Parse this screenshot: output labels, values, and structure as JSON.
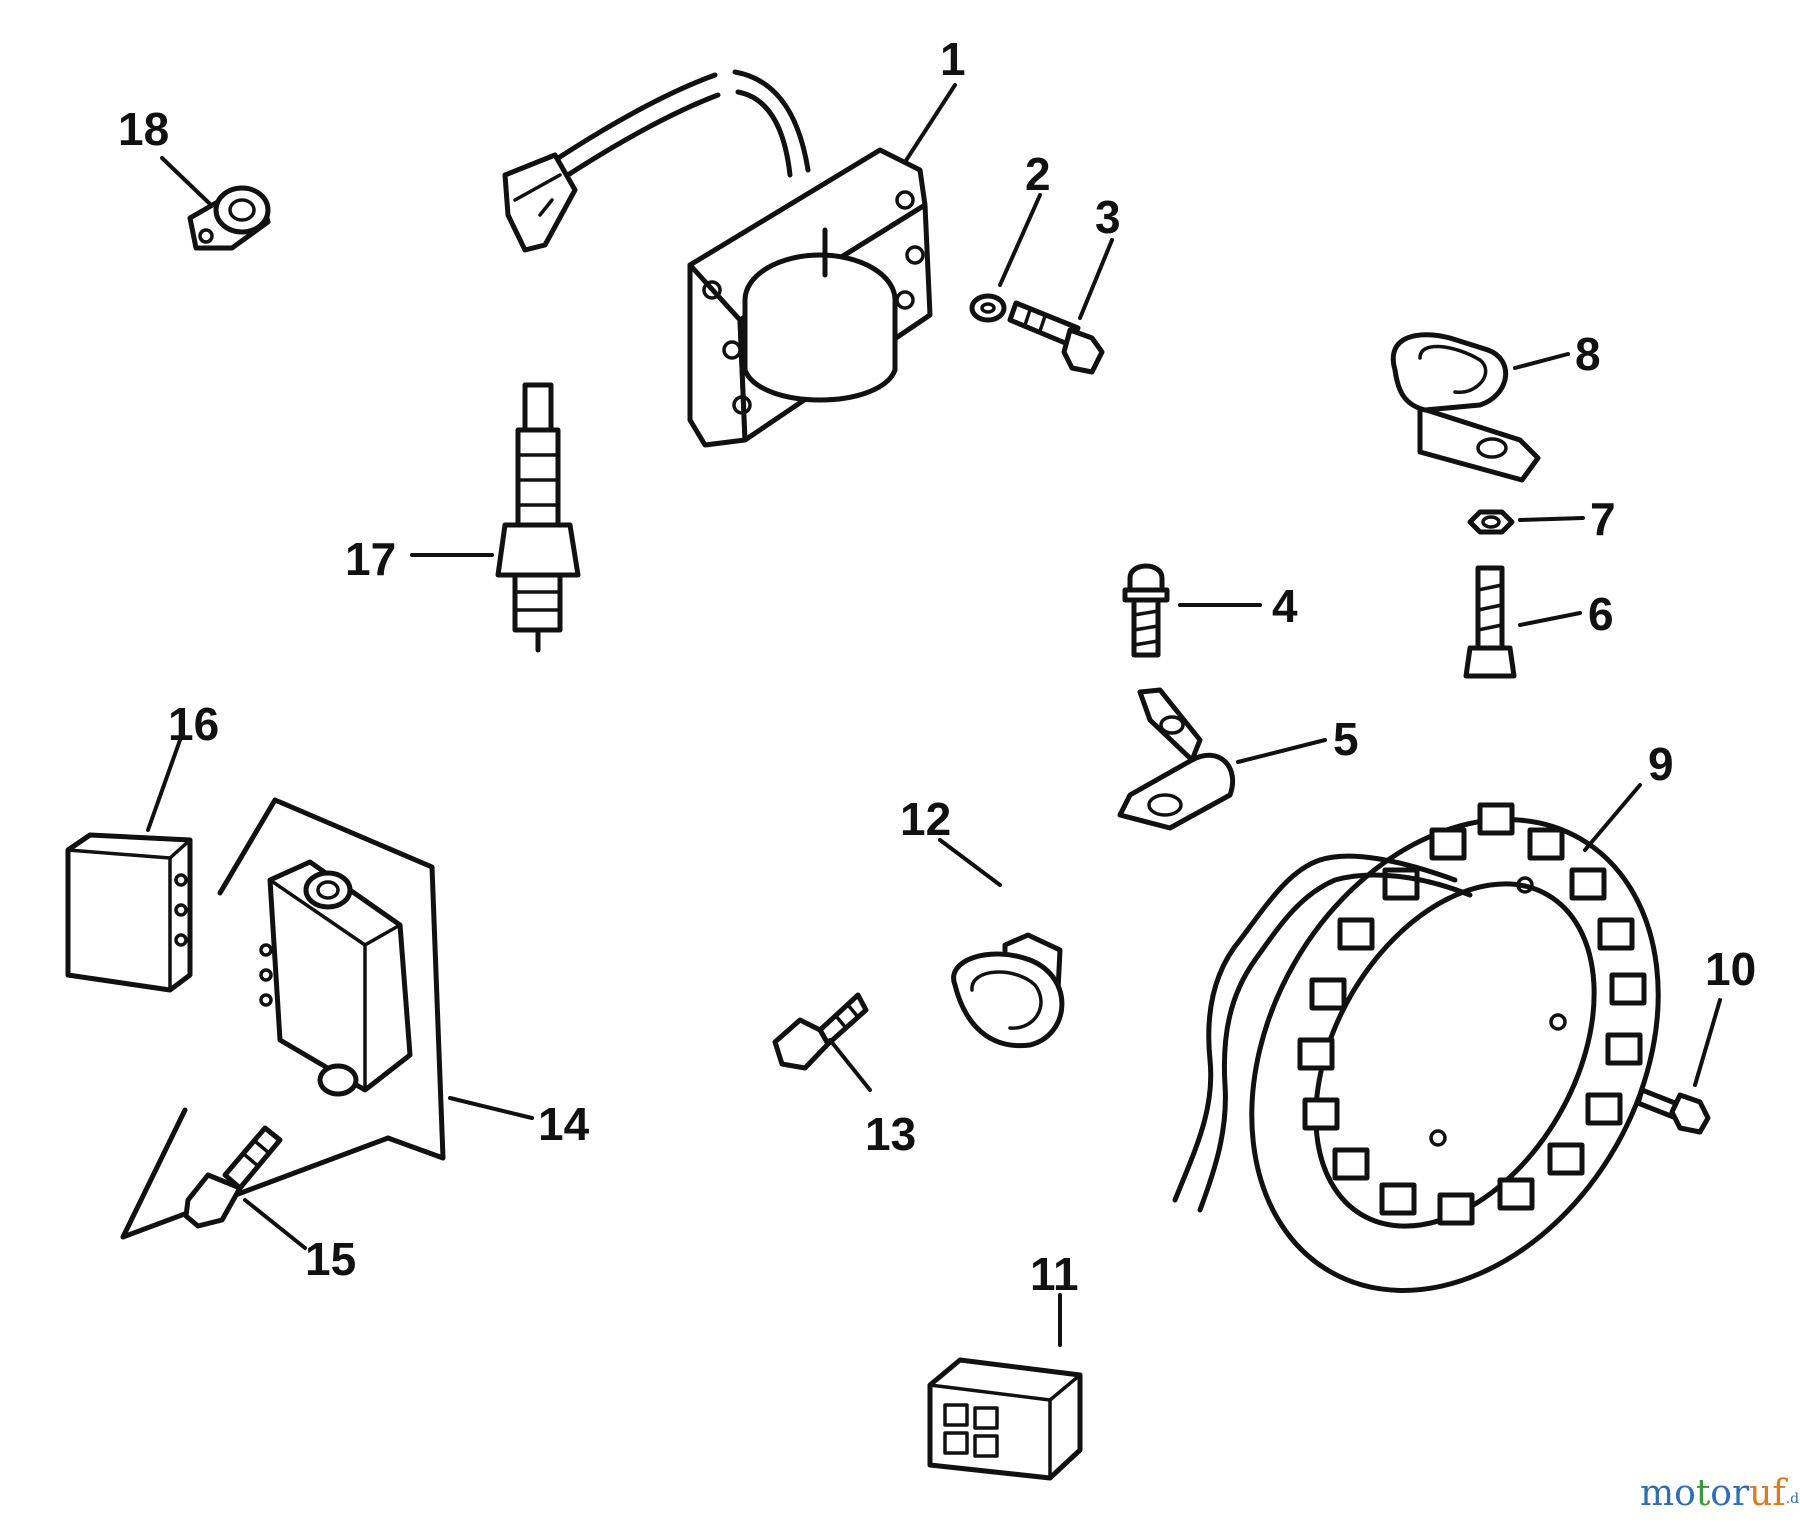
{
  "callouts": {
    "c1": "1",
    "c2": "2",
    "c3": "3",
    "c4": "4",
    "c5": "5",
    "c6": "6",
    "c7": "7",
    "c8": "8",
    "c9": "9",
    "c10": "10",
    "c11": "11",
    "c12": "12",
    "c13": "13",
    "c14": "14",
    "c15": "15",
    "c16": "16",
    "c17": "17",
    "c18": "18"
  },
  "watermark": {
    "text": "motoruf",
    "suffix": ".de",
    "colors": [
      "#2f6db5",
      "#e07a1f",
      "#3a9b3a"
    ]
  }
}
